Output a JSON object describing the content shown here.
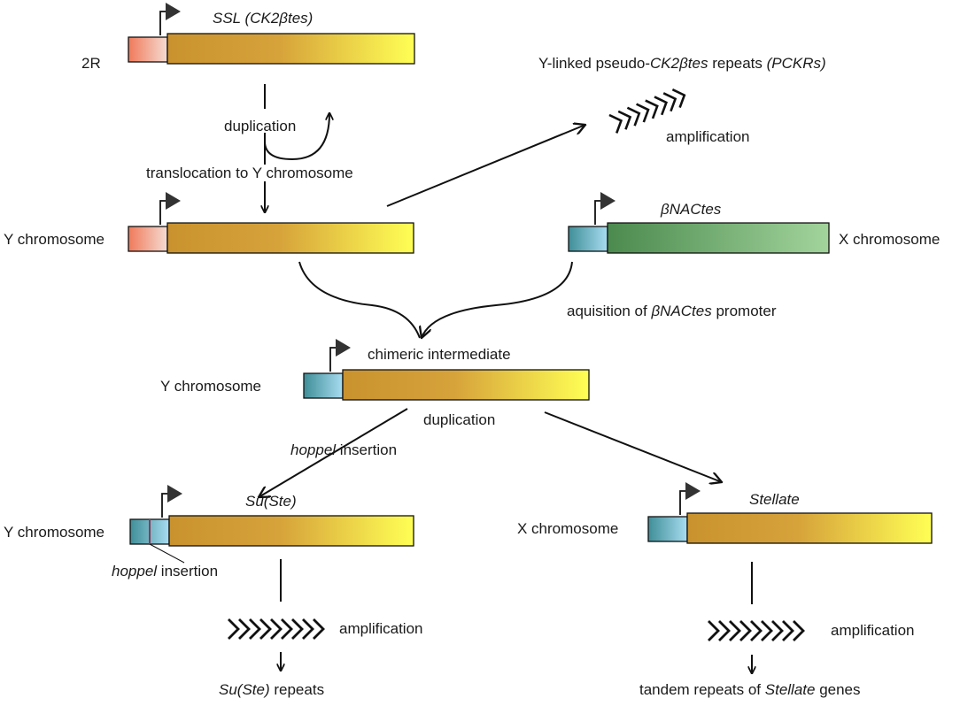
{
  "labels": {
    "ssl_gene": "SSL (CK2βtes)",
    "chr_2r": "2R",
    "pckr_pre": "Y-linked pseudo-",
    "pckr_gene": "CK2βtes",
    "pckr_mid": " repeats ",
    "pckr_abbr": "(PCKRs)",
    "amplification_top": "amplification",
    "duplication_top": "duplication",
    "translocation": "translocation to Y chromosome",
    "y_chr_1": "Y chromosome",
    "bnac_gene": "βNACtes",
    "x_chr_1": "X chromosome",
    "acq_pre": "aquisition of ",
    "acq_gene": "βNACtes",
    "acq_post": " promoter",
    "chimeric": "chimeric intermediate",
    "y_chr_2": "Y chromosome",
    "duplication_mid": "duplication",
    "hoppel_italic": "hoppel",
    "hoppel_rest": " insertion",
    "suste_gene": "Su(Ste)",
    "y_chr_3": "Y chromosome",
    "hoppel2_italic": "hoppel",
    "hoppel2_rest": " insertion",
    "stellate_gene": "Stellate",
    "x_chr_2": "X chromosome",
    "amplification_left": "amplification",
    "amplification_right": "amplification",
    "suste_rep_gene": "Su(Ste)",
    "suste_rep_rest": " repeats",
    "tandem_pre": "tandem repeats of ",
    "tandem_gene": "Stellate",
    "tandem_post": " genes"
  },
  "colors": {
    "gold_start": "#c9922e",
    "gold_mid": "#d9a73a",
    "gold_end": "#ffff55",
    "salmon": "#f07a5a",
    "teal": "#3f8e98",
    "lightblue": "#9ed4e8",
    "green_dark": "#4b8a4e",
    "green_light": "#9ccf94",
    "hoppel_line": "#8a3a5a",
    "stroke": "#111111"
  }
}
